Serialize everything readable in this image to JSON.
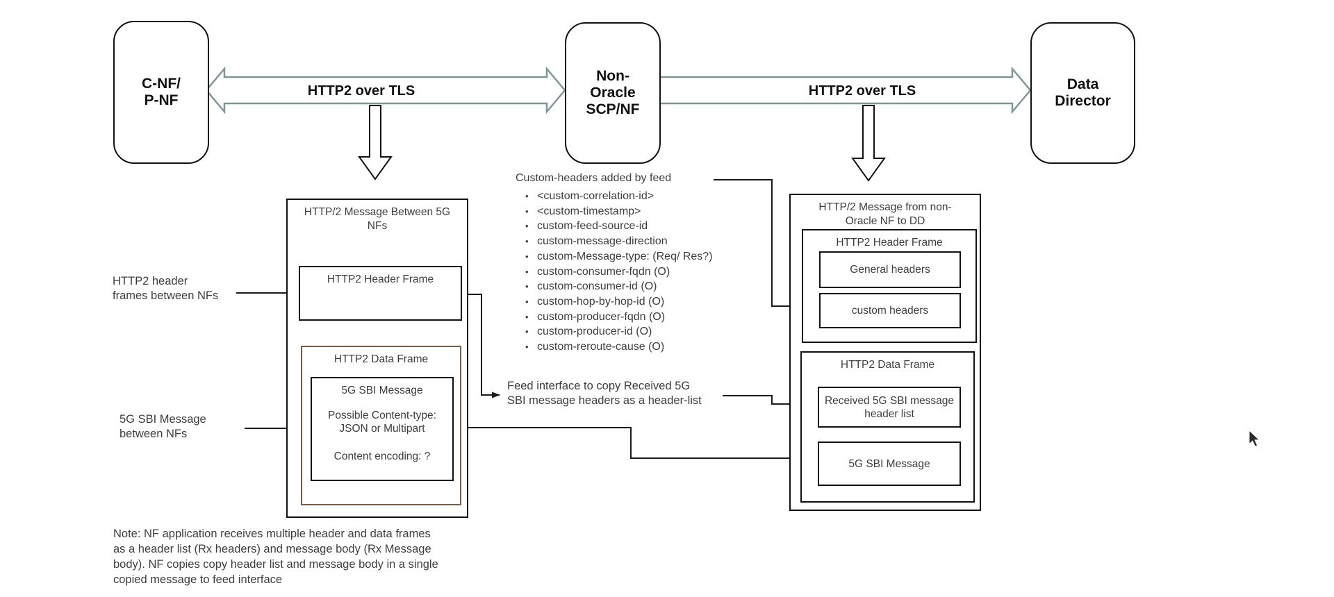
{
  "nodes": {
    "cnf": "C-NF/\nP-NF",
    "scp": "Non-\nOracle\nSCP/NF",
    "dd": "Data\nDirector"
  },
  "links": {
    "left_label": "HTTP2 over TLS",
    "right_label": "HTTP2 over TLS"
  },
  "left_message": {
    "title": "HTTP/2 Message Between 5G\nNFs",
    "header_frame_title": "HTTP2 Header Frame",
    "data_frame_title": "HTTP2 Data Frame",
    "sbi_title": "5G SBI Message",
    "sbi_content_type": "Possible Content-type:\nJSON or Multipart",
    "sbi_encoding": "Content encoding: ?"
  },
  "right_message": {
    "title": "HTTP/2 Message from non-\nOracle NF to DD",
    "header_frame_title": "HTTP2 Header Frame",
    "general_headers": "General headers",
    "custom_headers": "custom headers",
    "data_frame_title": "HTTP2 Data Frame",
    "received_header_list": "Received 5G SBI message\nheader list",
    "sbi": "5G SBI Message"
  },
  "custom_headers_list": {
    "title": "Custom-headers added by feed",
    "items": [
      "<custom-correlation-id>",
      "<custom-timestamp>",
      "custom-feed-source-id",
      "custom-message-direction",
      "custom-Message-type: (Req/ Res?)",
      "custom-consumer-fqdn (O)",
      "custom-consumer-id (O)",
      "custom-hop-by-hop-id (O)",
      "custom-producer-fqdn (O)",
      "custom-producer-id (O)",
      "custom-reroute-cause (O)"
    ]
  },
  "annotations": {
    "header_frames_label": "HTTP2 header\nframes between NFs",
    "sbi_between_label": "5G SBI Message\nbetween NFs",
    "feed_interface_label": "Feed interface to copy Received 5G\nSBI message headers as a header-list",
    "note": "Note: NF application receives multiple header and data frames\nas a header list (Rx headers) and message body (Rx Message\nbody). NF copies copy header list and message body in a single\ncopied message to feed interface"
  },
  "colors": {
    "hollow_arrow_outline": "#7f9598",
    "data_frame_border": "#7b5c45",
    "line": "#1a1a1a",
    "text": "#3d3d3d"
  }
}
